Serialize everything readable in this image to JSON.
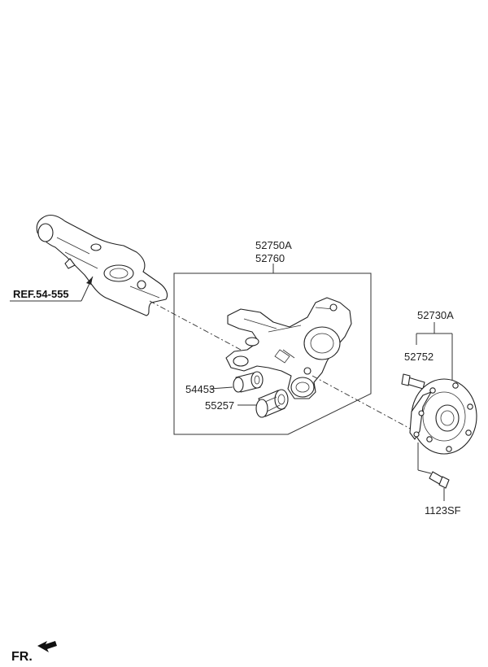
{
  "labels": {
    "knuckle_a": "52750A",
    "knuckle_b": "52760",
    "hub_assy": "52730A",
    "hub_bolt": "52752",
    "bushing_1": "54453",
    "bushing_2": "55257",
    "mount_bolt": "1123SF",
    "reference": "REF.54-555",
    "front_marker": "FR."
  }
}
